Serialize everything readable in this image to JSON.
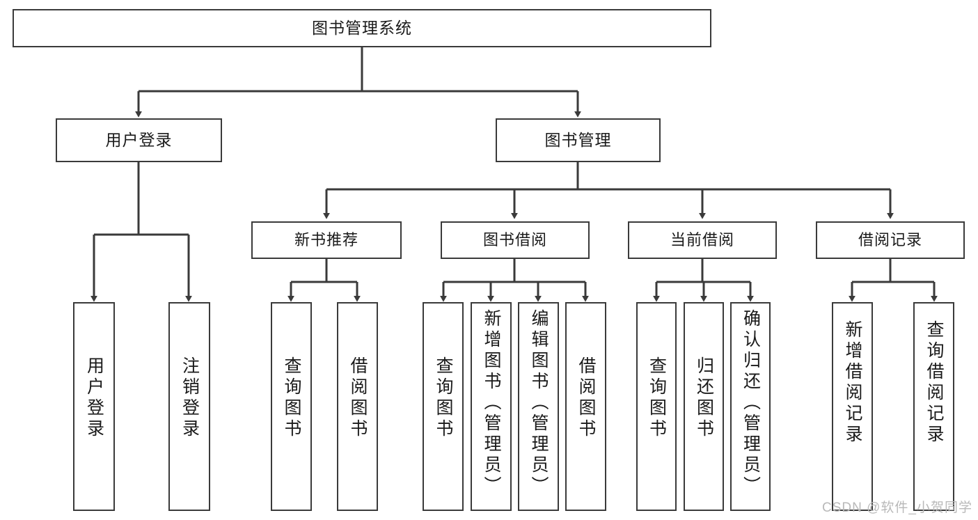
{
  "diagram": {
    "title": "图书管理系统",
    "root": {
      "label": "图书管理系统"
    },
    "level2": [
      {
        "label": "用户登录"
      },
      {
        "label": "图书管理"
      }
    ],
    "categories": [
      {
        "label": "新书推荐"
      },
      {
        "label": "图书借阅"
      },
      {
        "label": "当前借阅"
      },
      {
        "label": "借阅记录"
      }
    ],
    "leaves": [
      {
        "label": "用户登录",
        "parent": "用户登录"
      },
      {
        "label": "注销登录",
        "parent": "用户登录"
      },
      {
        "label": "查询图书",
        "parent": "新书推荐"
      },
      {
        "label": "借阅图书",
        "parent": "新书推荐"
      },
      {
        "label": "查询图书",
        "parent": "图书借阅"
      },
      {
        "label": "新增图书（管理员）",
        "parent": "图书借阅"
      },
      {
        "label": "编辑图书（管理员）",
        "parent": "图书借阅"
      },
      {
        "label": "借阅图书",
        "parent": "图书借阅"
      },
      {
        "label": "查询图书",
        "parent": "当前借阅"
      },
      {
        "label": "归还图书",
        "parent": "当前借阅"
      },
      {
        "label": "确认归还（管理员）",
        "parent": "当前借阅"
      },
      {
        "label": "新增借阅记录",
        "parent": "借阅记录"
      },
      {
        "label": "查询借阅记录",
        "parent": "借阅记录"
      }
    ]
  },
  "watermark": {
    "text": "CSDN @软件_小贺同学"
  },
  "colors": {
    "stroke": "#3a3a3a",
    "background": "#ffffff",
    "text": "#1a1a1a",
    "watermark": "#b9b9b9"
  }
}
